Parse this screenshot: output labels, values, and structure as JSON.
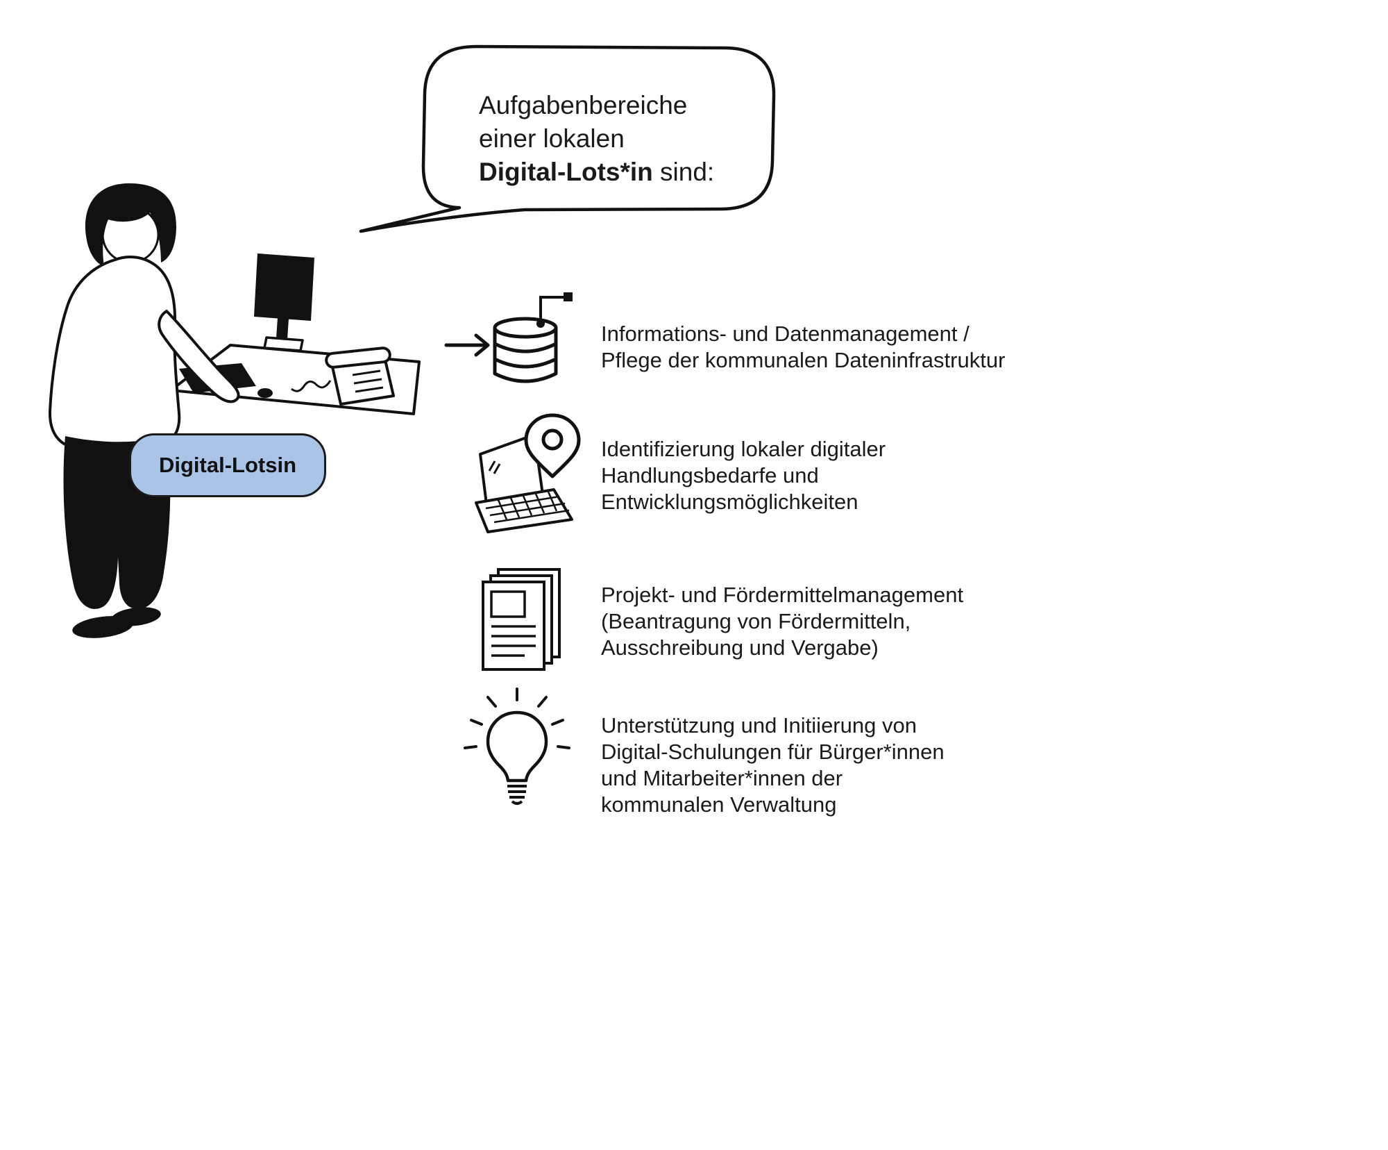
{
  "colors": {
    "ink": "#1a1a1a",
    "label_fill": "#a9c4e6",
    "background": "#ffffff"
  },
  "speech_bubble": {
    "line1": "Aufgabenbereiche",
    "line2": "einer lokalen",
    "line3_bold": "Digital-Lots*in",
    "line3_rest": " sind:"
  },
  "person_label": "Digital-Lotsin",
  "tasks": [
    {
      "icon": "database-icon",
      "text": "Informations- und Datenmanagement /\nPflege der kommunalen Dateninfrastruktur"
    },
    {
      "icon": "laptop-location-icon",
      "text": "Identifizierung lokaler digitaler\nHandlungsbedarfe und\nEntwicklungsmöglichkeiten"
    },
    {
      "icon": "documents-icon",
      "text": "Projekt- und Fördermittelmanagement\n(Beantragung von Fördermitteln,\nAusschreibung und Vergabe)"
    },
    {
      "icon": "lightbulb-icon",
      "text": "Unterstützung und Initiierung von\nDigital-Schulungen für Bürger*innen\nund Mitarbeiter*innen der\nkommunalen Verwaltung"
    }
  ]
}
